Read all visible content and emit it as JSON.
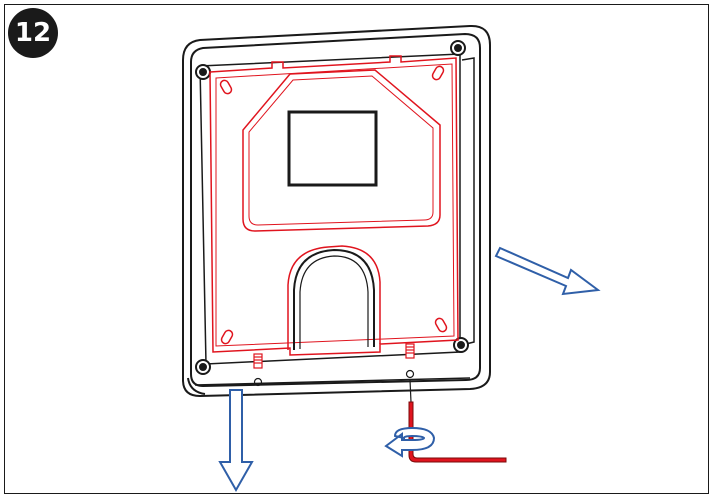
{
  "figure": {
    "step_number": "12",
    "parts": {
      "outer_frame": "wall-mounting-frame",
      "inner_panel": "front-panel-highlighted",
      "screws": "screw-icon",
      "hex_key": "allen-key-icon"
    },
    "colors": {
      "outline": "#1a1a1a",
      "highlight": "#e0141e",
      "arrow": "#2f5fa8",
      "background": "#ffffff"
    },
    "arrows": [
      "pull-right-arrow",
      "pull-down-arrow",
      "rotate-arrow"
    ]
  }
}
